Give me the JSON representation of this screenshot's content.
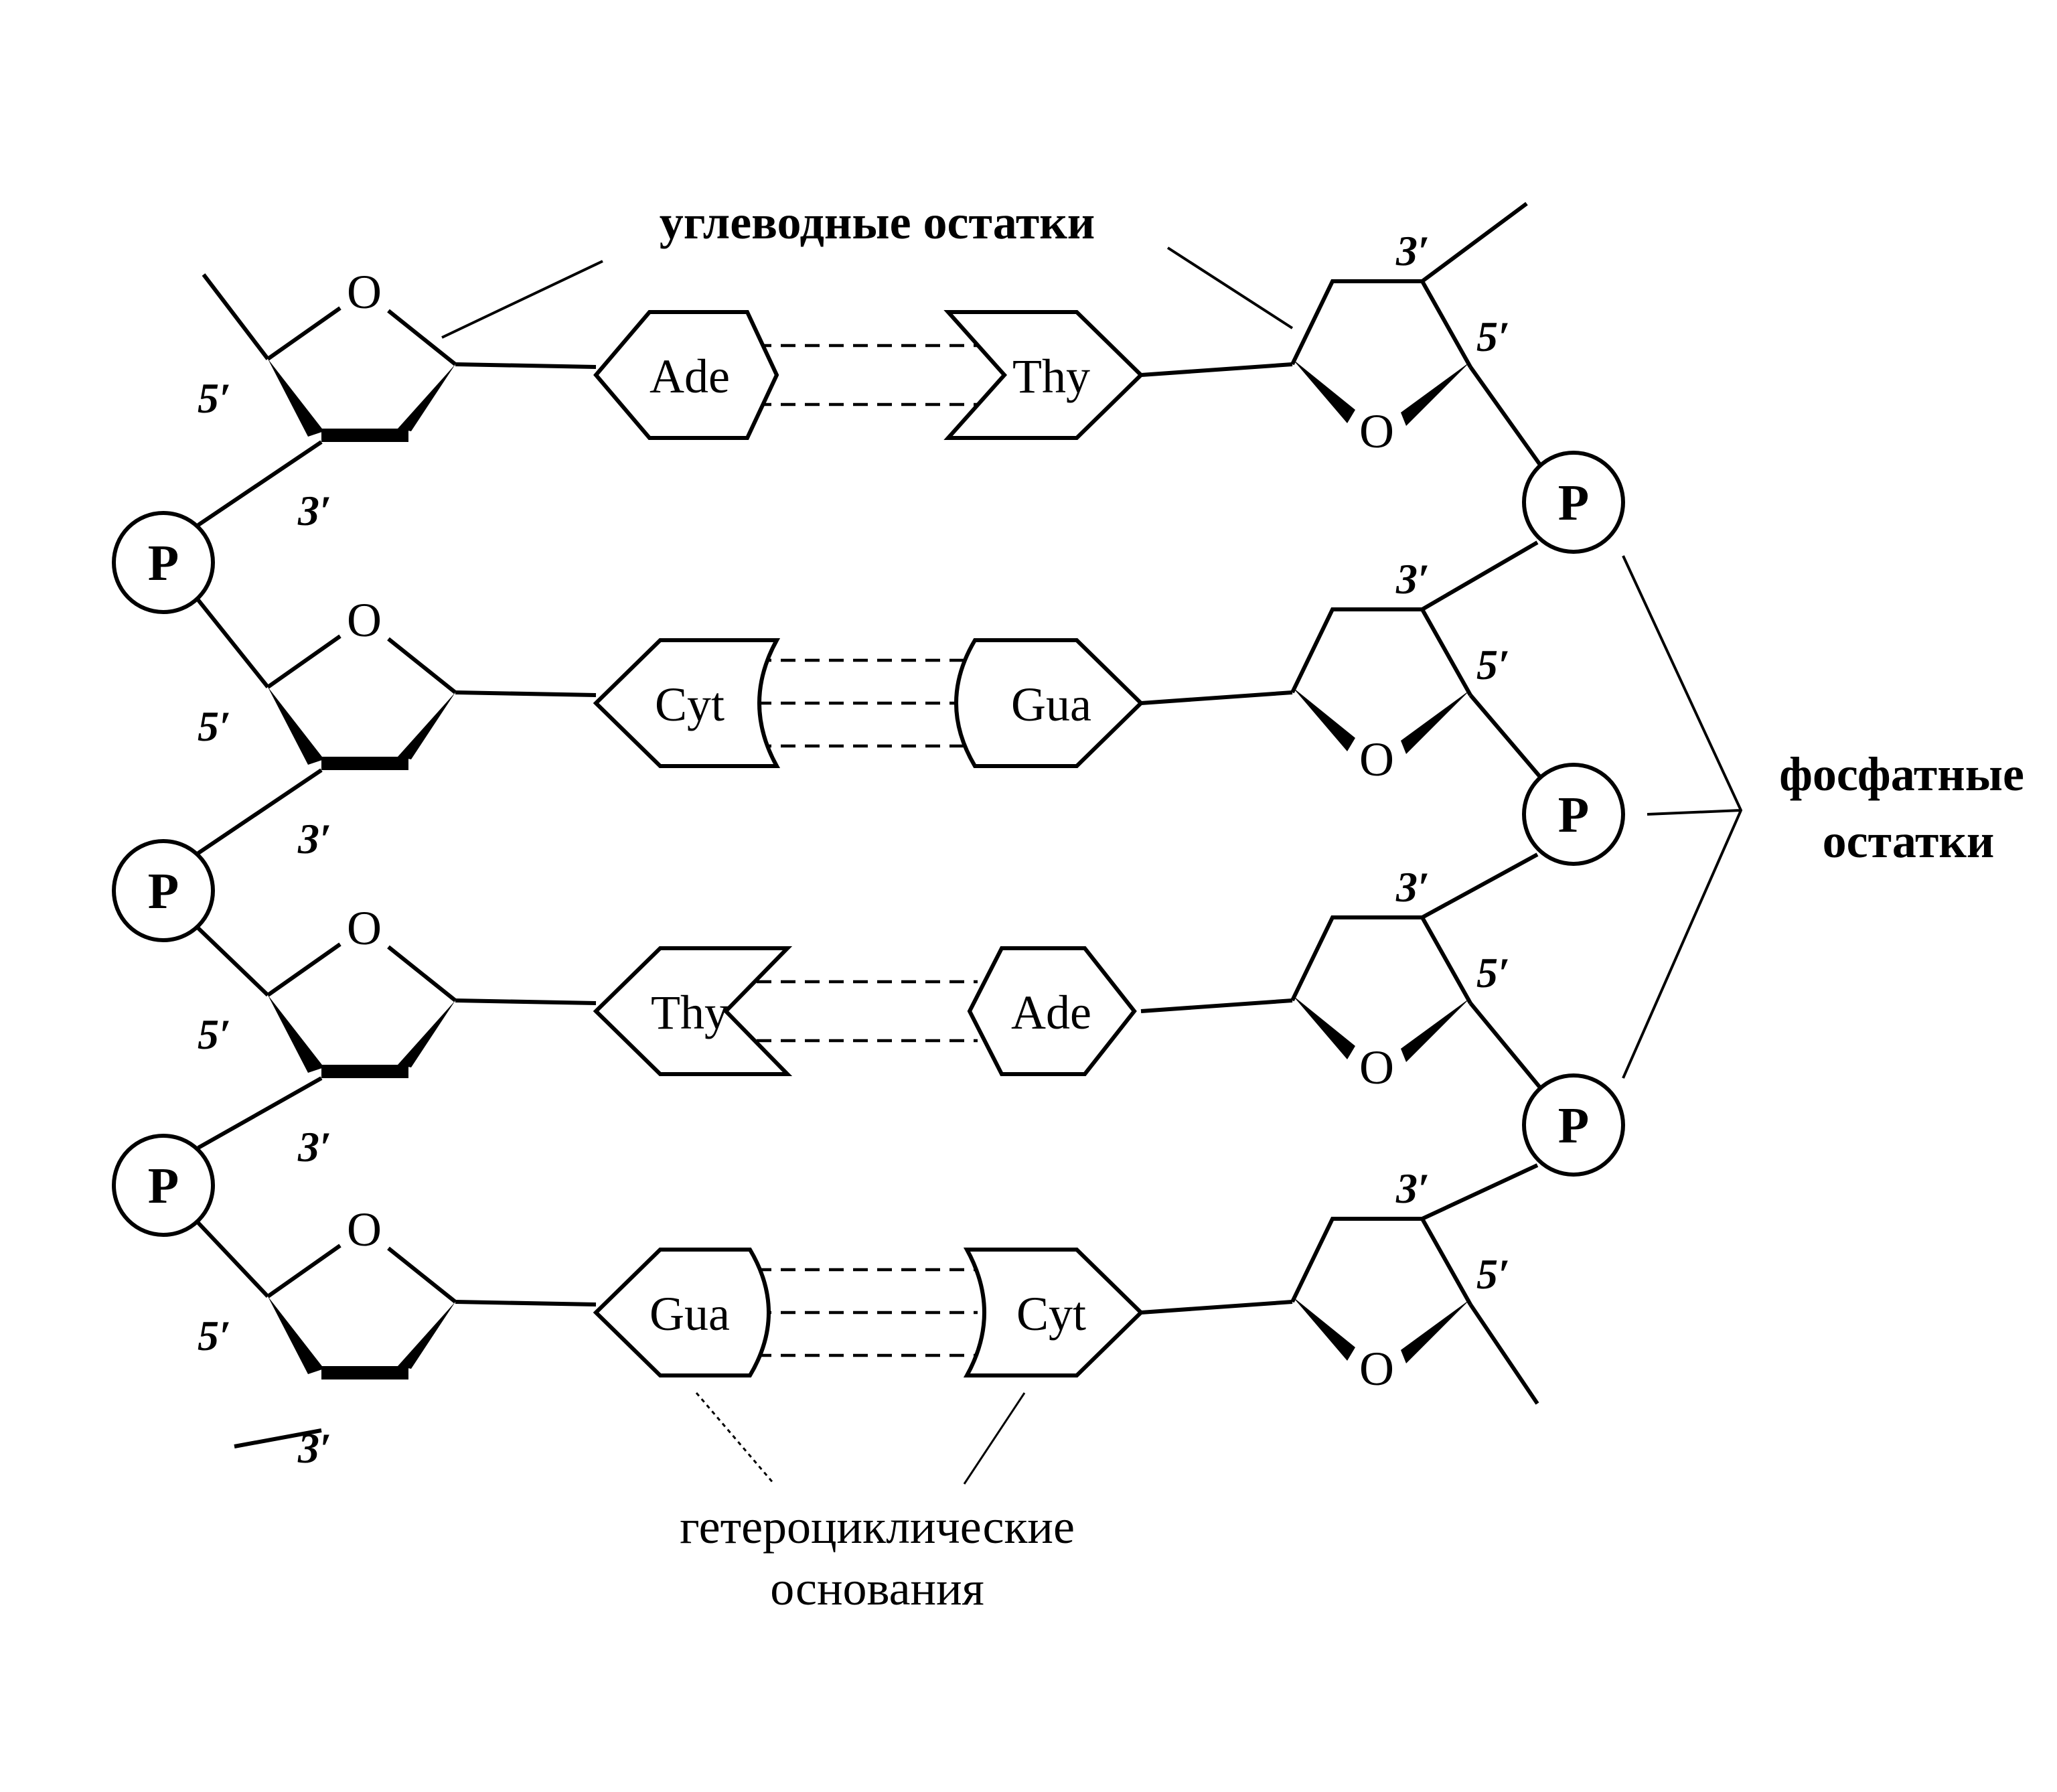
{
  "labels": {
    "sugar_residues": "углеводные остатки",
    "phosphate_residues_line1": "фосфатные",
    "phosphate_residues_line2": "остатки",
    "bases_line1": "гетероциклические",
    "bases_line2": "основания"
  },
  "ring_oxygen": "O",
  "phosphate": "P",
  "prime5": "5′",
  "prime3": "3′",
  "pairs": [
    {
      "left": "Ade",
      "right": "Thy",
      "hbonds": 2
    },
    {
      "left": "Cyt",
      "right": "Gua",
      "hbonds": 3
    },
    {
      "left": "Thy",
      "right": "Ade",
      "hbonds": 2
    },
    {
      "left": "Gua",
      "right": "Cyt",
      "hbonds": 3
    }
  ]
}
